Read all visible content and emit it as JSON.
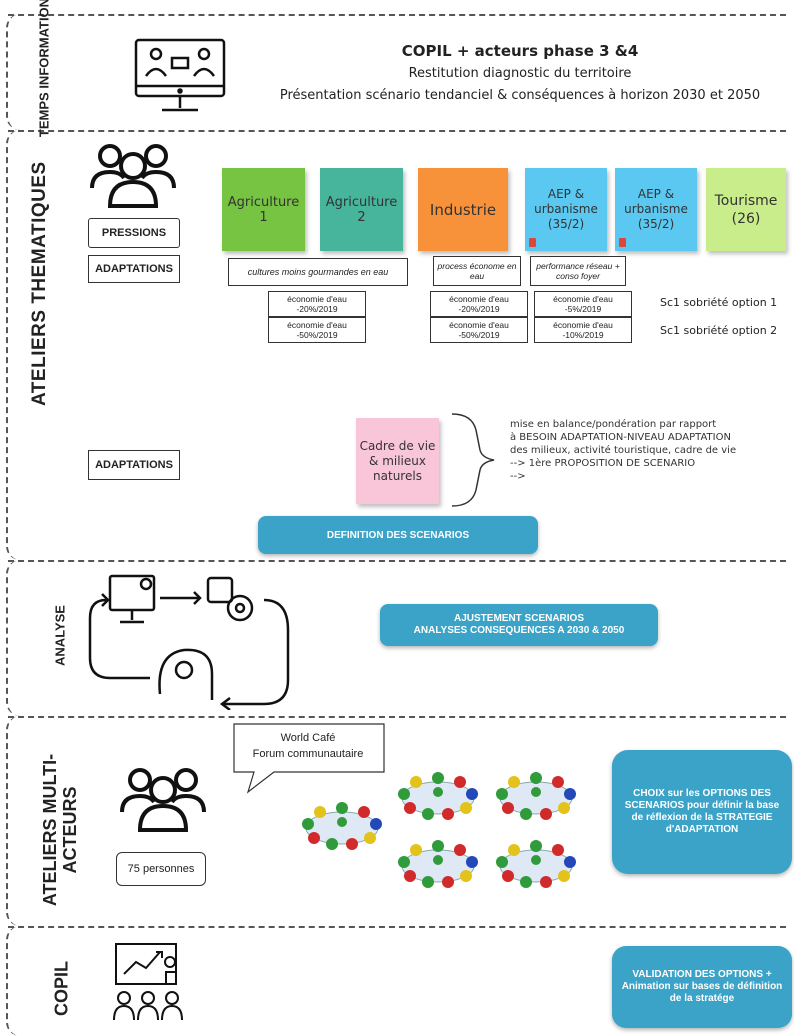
{
  "sections": {
    "temps_information": "TEMPS INFORMATION",
    "ateliers_thematiques": "ATELIERS THEMATIQUES",
    "analyse": "ANALYSE",
    "ateliers_multi_acteurs": "ATELIERS MULTI-ACTEURS",
    "copil": "COPIL"
  },
  "header": {
    "title": "COPIL + acteurs phase 3 &4",
    "line1": "Restitution diagnostic du territoire",
    "line2": "Présentation scénario tendanciel & conséquences à horizon 2030 et 2050"
  },
  "labels": {
    "pressions": "PRESSIONS",
    "adaptations": "ADAPTATIONS",
    "adaptations2": "ADAPTATIONS",
    "personnes": "75 personnes"
  },
  "stickies": [
    {
      "text": "Agriculture\n1",
      "color": "#76c442"
    },
    {
      "text": "Agriculture\n2",
      "color": "#46b59c"
    },
    {
      "text": "Industrie",
      "color": "#f7923a"
    },
    {
      "text": "AEP &\nurbanisme\n(35/2)",
      "color": "#5ac8f0"
    },
    {
      "text": "AEP &\nurbanisme\n(35/2)",
      "color": "#5ac8f0"
    },
    {
      "text": "Tourisme\n(26)",
      "color": "#c9ed8a"
    }
  ],
  "adapt_boxes": {
    "agri": "cultures moins gourmandes en eau",
    "industrie": "process économe en eau",
    "aep": "performance réseau + conso foyer"
  },
  "eco_boxes": {
    "agri_1": "économie d'eau -20%/2019",
    "agri_2": "économie d'eau -50%/2019",
    "ind_1": "économie d'eau -20%/2019",
    "ind_2": "économie d'eau -50%/2019",
    "aep_1": "économie d'eau -5%/2019",
    "aep_2": "économie d'eau -10%/2019"
  },
  "sc_labels": {
    "opt1": "Sc1 sobriété option 1",
    "opt2": "Sc1 sobriété option 2"
  },
  "cadre": {
    "sticky": "Cadre de vie & milieux naturels",
    "sticky_color": "#f9c6d9",
    "note_lines": [
      "mise en balance/pondération par rapport",
      "à BESOIN ADAPTATION-NIVEAU ADAPTATION",
      "des milieux, activité touristique, cadre de vie",
      "--> 1ère PROPOSITION DE SCENARIO",
      "-->"
    ]
  },
  "buttons": {
    "definition": "DEFINITION DES SCENARIOS",
    "ajustement_1": "AJUSTEMENT SCENARIOS",
    "ajustement_2": "ANALYSES CONSEQUENCES A 2030 & 2050",
    "choix": "CHOIX sur les OPTIONS DES SCENARIOS pour définir la base de réflexion de la STRATEGIE d'ADAPTATION",
    "validation": "VALIDATION DES OPTIONS + Animation sur bases de définition de la stratége"
  },
  "speech": {
    "line1": "World Café",
    "line2": "Forum communautaire"
  },
  "colors": {
    "teal": "#3aa3c7",
    "text": "#222222"
  }
}
